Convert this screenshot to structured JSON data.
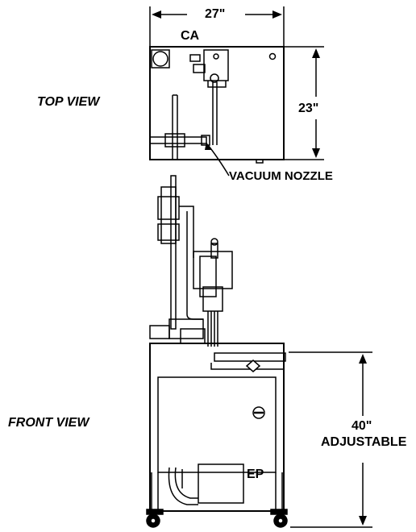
{
  "views": {
    "top_view_label": "TOP VIEW",
    "front_view_label": "FRONT VIEW"
  },
  "dimensions": {
    "width": "27\"",
    "depth": "23\"",
    "height_value": "40\"",
    "height_note": "ADJUSTABLE"
  },
  "callouts": {
    "ca": "CA",
    "vacuum_nozzle": "VACUUM NOZZLE",
    "ep": "EP"
  },
  "colors": {
    "line": "#000000",
    "background": "#ffffff"
  }
}
